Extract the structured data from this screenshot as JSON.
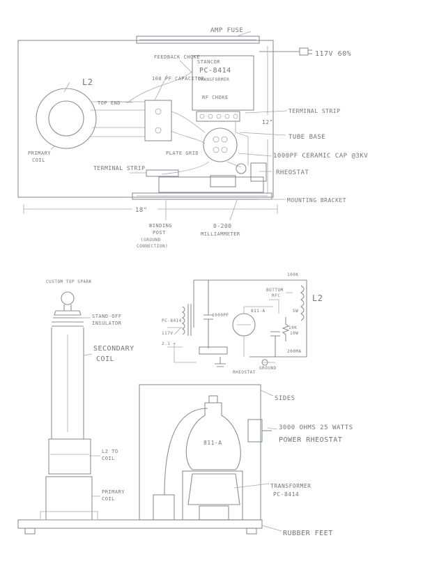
{
  "top_view": {
    "amp_fuse": "AMP FUSE",
    "volts": "117V 60%",
    "l2": "L2",
    "primary_coil": "PRIMARY COIL",
    "top_end": "TOP END",
    "feedback_choke": "FEEDBACK CHOKE",
    "capacitor": "100 PF CAPACITOR",
    "transformer": [
      "STANCOR",
      "PC-8414",
      "TRANSFORMER"
    ],
    "rf_choke": "RF CHOKE",
    "terminal_strip_right": "TERMINAL STRIP",
    "dimension_12": "12\"",
    "tube_base": "TUBE BASE",
    "plate_grid": "PLATE GRID",
    "ceramic_cap": "1000PF CERAMIC CAP @3KV",
    "terminal_strip_left": "TERMINAL STRIP",
    "rheostat": "RHEOSTAT",
    "mounting_bracket": "MOUNTING BRACKET",
    "dimension_18": "18\"",
    "binding_post": [
      "BINDING",
      "POST",
      "(GROUND",
      "CONNECTION)"
    ],
    "milliammeter": [
      "0-200",
      "MILLIAMMETER"
    ]
  },
  "schematic": {
    "l2": "L2",
    "labels": [
      "100K",
      "BOTTOM",
      "RFC",
      "5W",
      "1000PF",
      "811-A",
      "10K",
      "10W",
      "PC-8414",
      "117V",
      "2.1 ×",
      "200MA",
      "RHEOSTAT",
      "GROUND"
    ]
  },
  "side_view": {
    "custom_top_spark": "CUSTOM TOP SPARK",
    "standoff_insulator": [
      "STAND-OFF",
      "INSULATOR"
    ],
    "secondary_coil": [
      "SECONDARY",
      "COIL"
    ],
    "l2_coil": [
      "L2 TO",
      "COIL"
    ],
    "primary_coil": [
      "PRIMARY",
      "COIL"
    ],
    "sides": "SIDES",
    "power_rheostat": [
      "3000 OHMS 25 WATTS",
      "POWER RHEOSTAT"
    ],
    "tube": "811-A",
    "transformer": [
      "TRANSFORMER",
      "PC-8414"
    ],
    "rubber_feet": "RUBBER FEET"
  }
}
